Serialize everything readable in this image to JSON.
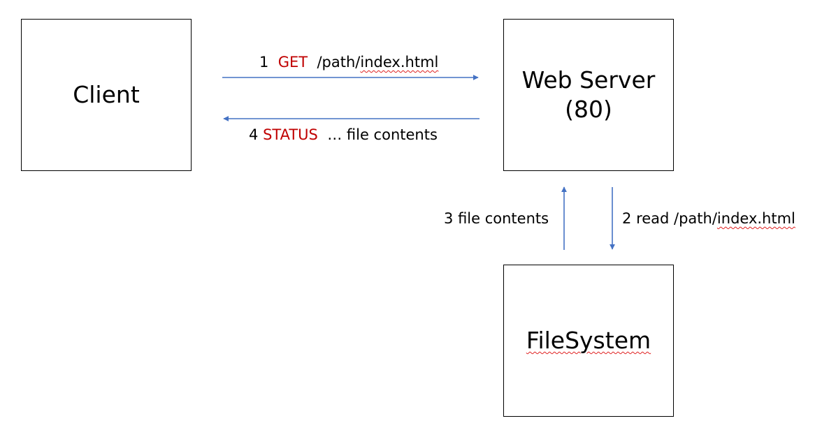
{
  "nodes": {
    "client": {
      "label": "Client"
    },
    "server": {
      "label_line1": "Web Server",
      "label_line2": "(80)"
    },
    "filesystem": {
      "label": "FileSystem"
    }
  },
  "edges": {
    "step1": {
      "num": "1",
      "keyword": "GET",
      "path_prefix": "/path/",
      "path_file": "index.html"
    },
    "step2": {
      "num": "2",
      "text": "read /path/",
      "path_file": "index.html"
    },
    "step3": {
      "num": "3",
      "text": "file contents"
    },
    "step4": {
      "num": "4",
      "keyword": "STATUS",
      "text": "… file contents"
    }
  },
  "colors": {
    "arrow": "#4472c4",
    "keyword": "#c00000",
    "box_border": "#000000"
  }
}
